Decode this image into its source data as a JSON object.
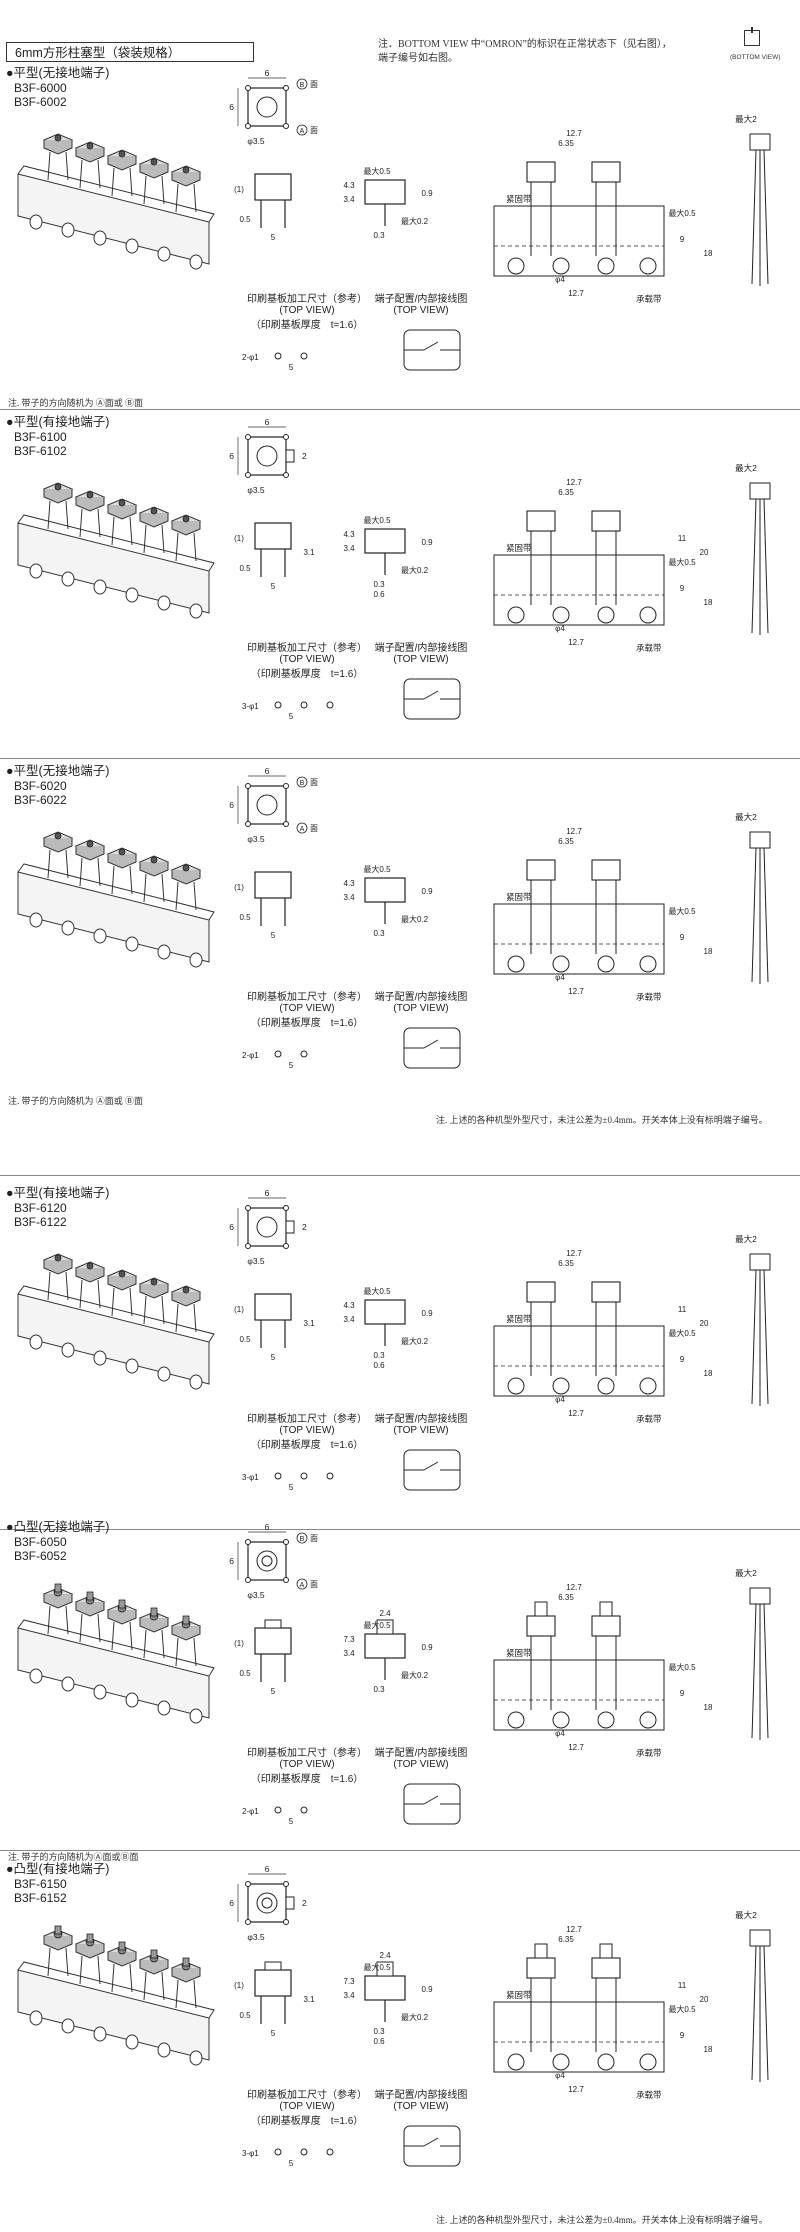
{
  "header": {
    "title": "6mm方形柱塞型（袋装规格）",
    "note_line1": "注．BOTTOM VIEW 中“OMRON”的标识在正常状态下（见右图），",
    "note_line2": "端子编号如右图。",
    "bottom_view_caption": "(BOTTOM VIEW)"
  },
  "common": {
    "pcb_label": "印刷基板加工尺寸（参考）",
    "top_view": "(TOP VIEW)",
    "pcb_thickness": "（印刷基板厚度　t=1.6）",
    "terminal_label": "端子配置/内部接线图",
    "fixed_tape": "紧固带",
    "carrier_tape": "承载带",
    "max2": "最大2",
    "max05": "最大0.5",
    "max02": "最大0.2",
    "dims": {
      "d6": "6",
      "d35": "φ3.5",
      "d127": "12.7",
      "d635": "6.35",
      "d4": "φ4",
      "d9": "9",
      "d18": "18",
      "d11": "11",
      "d20": "20",
      "d43": "4.3",
      "d34": "3.4",
      "d09": "0.9",
      "d03": "0.3",
      "d06": "0.6",
      "d05": "0.5",
      "d31": "3.1",
      "d5": "5",
      "d1": "(1)",
      "d2": "2",
      "d73": "7.3",
      "d24": "2.4"
    },
    "face_a": "A",
    "face_b": "B",
    "face_label": "面"
  },
  "sections": [
    {
      "title": "●平型(无接地端子)",
      "models": [
        "B3F-6000",
        "B3F-6002"
      ],
      "grounded": false,
      "raised": false,
      "holes": "2-φ1",
      "note": "注. 带子的方向随机为 Ⓐ面或 Ⓑ面"
    },
    {
      "title": "●平型(有接地端子)",
      "models": [
        "B3F-6100",
        "B3F-6102"
      ],
      "grounded": true,
      "raised": false,
      "holes": "3-φ1",
      "note": ""
    },
    {
      "title": "●平型(无接地端子)",
      "models": [
        "B3F-6020",
        "B3F-6022"
      ],
      "grounded": false,
      "raised": false,
      "holes": "2-φ1",
      "note": "注. 带子的方向随机为 Ⓐ面或 Ⓑ面"
    },
    {
      "title": "●平型(有接地端子)",
      "models": [
        "B3F-6120",
        "B3F-6122"
      ],
      "grounded": true,
      "raised": false,
      "holes": "3-φ1",
      "note": ""
    },
    {
      "title": "●凸型(无接地端子)",
      "models": [
        "B3F-6050",
        "B3F-6052"
      ],
      "grounded": false,
      "raised": true,
      "holes": "2-φ1",
      "note": "注. 带子的方向随机为Ⓐ面或Ⓑ面"
    },
    {
      "title": "●凸型(有接地端子)",
      "models": [
        "B3F-6150",
        "B3F-6152"
      ],
      "grounded": true,
      "raised": true,
      "holes": "3-φ1",
      "note": ""
    }
  ],
  "footnote_main": "注. 上述的各种机型外型尺寸，未注公差为±0.4mm。开关本体上没有标明端子编号。"
}
